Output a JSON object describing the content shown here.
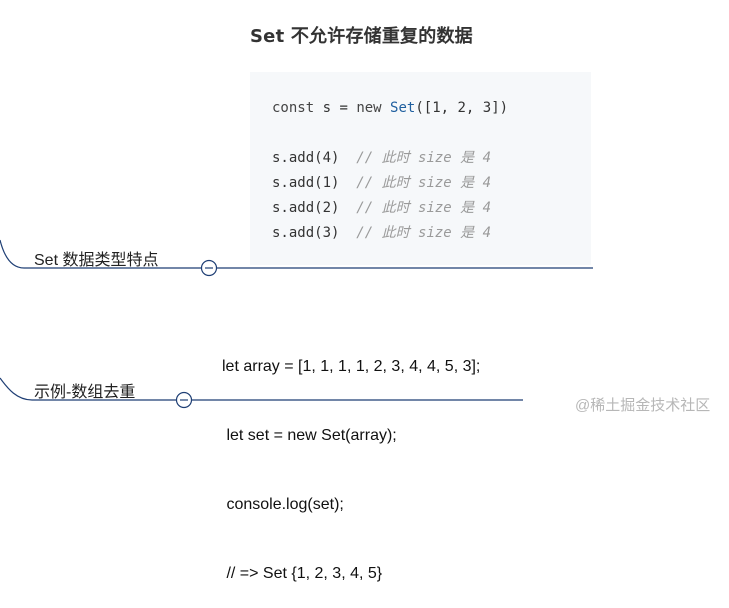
{
  "title": "Set 不允许存储重复的数据",
  "code_block": {
    "line1": {
      "kw": "const",
      "middle": " s = ",
      "new_kw": "new",
      "space": " ",
      "set_fn": "Set",
      "args": "([1, 2, 3])"
    },
    "add_lines": [
      {
        "code": "s.add(4)",
        "comment": "// 此时 size 是 4"
      },
      {
        "code": "s.add(1)",
        "comment": "// 此时 size 是 4"
      },
      {
        "code": "s.add(2)",
        "comment": "// 此时 size 是 4"
      },
      {
        "code": "s.add(3)",
        "comment": "// 此时 size 是 4"
      }
    ]
  },
  "branches": {
    "set_features": {
      "label": "Set 数据类型特点"
    },
    "example": {
      "label": "示例-数组去重"
    }
  },
  "example_code": [
    "let array = [1, 1, 1, 1, 2, 3, 4, 4, 5, 3];",
    " let set = new Set(array);",
    " console.log(set);",
    " // => Set {1, 2, 3, 4, 5}"
  ],
  "watermark": "@稀土掘金技术社区",
  "colors": {
    "branch_line": "#1f3f75",
    "collapse_button": "#1f3f75",
    "code_background": "#f6f8fa"
  },
  "icons": {
    "collapse": "minus-circle-icon"
  }
}
